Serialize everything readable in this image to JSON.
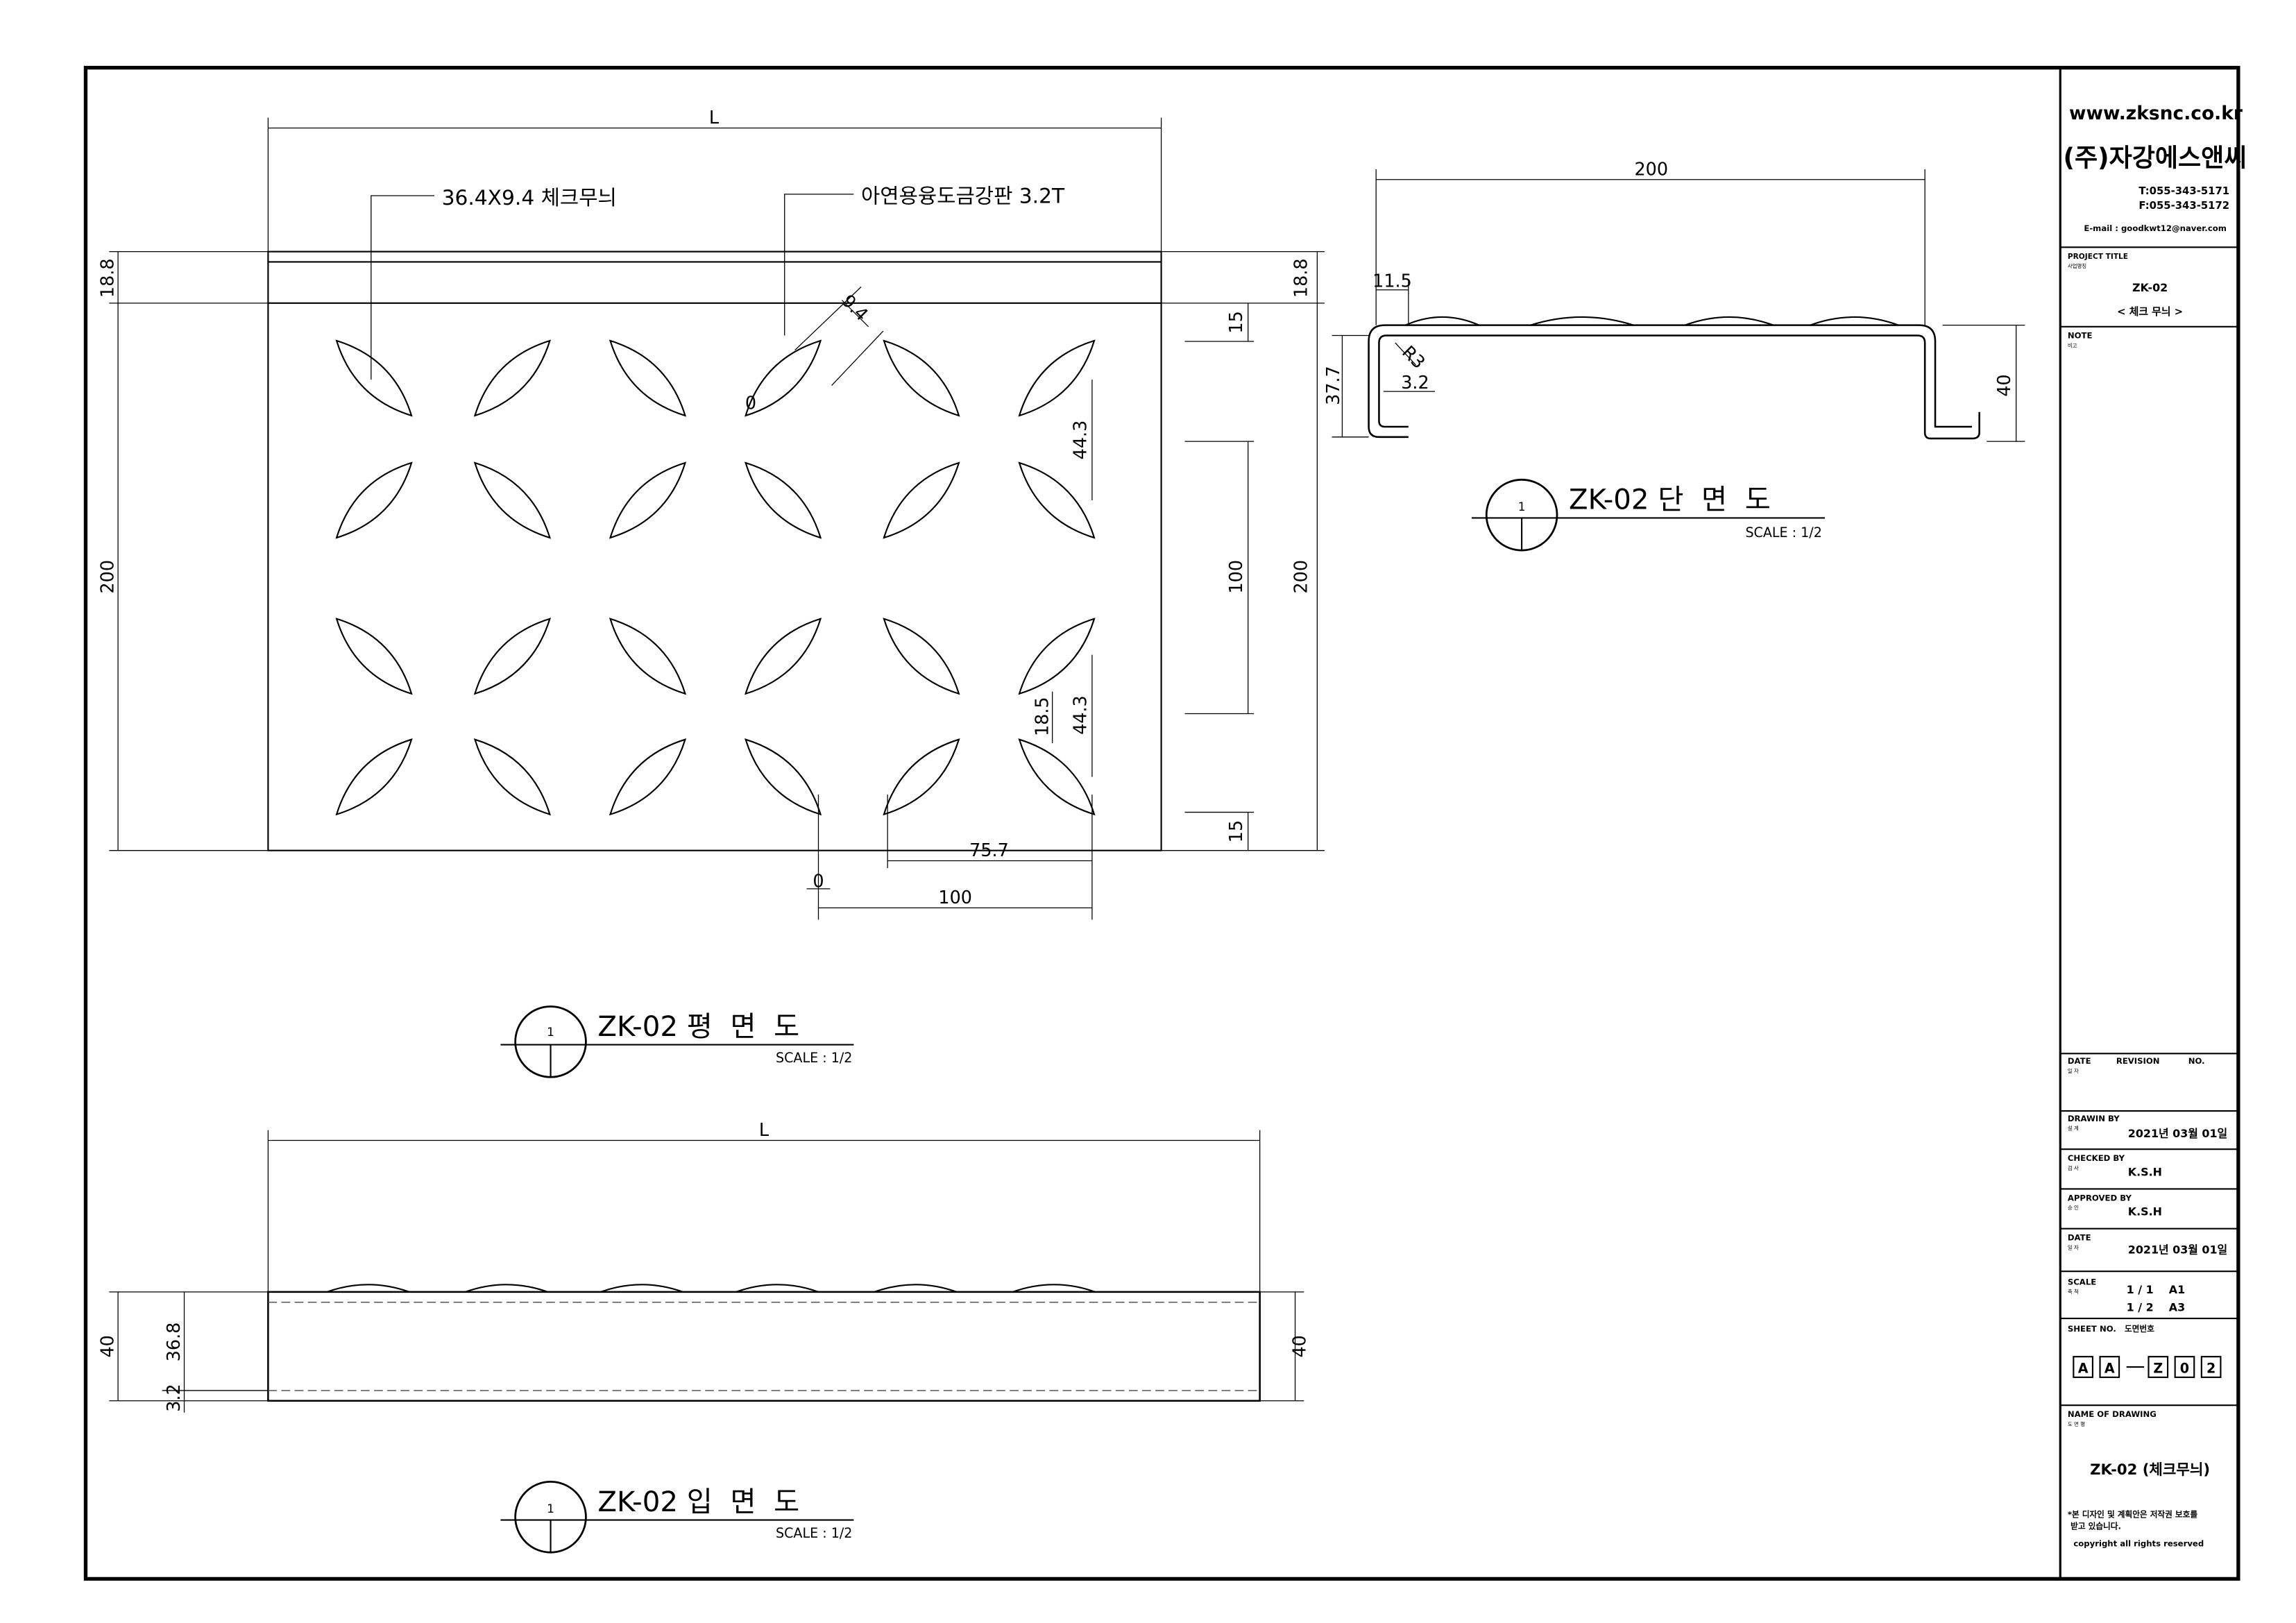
{
  "title_block": {
    "website": "www.zksnc.co.kr",
    "company": "(주)자강에스앤씨",
    "tel": "T:055-343-5171",
    "fax": "F:055-343-5172",
    "email": "E-mail : goodkwt12@naver.com",
    "project_title_label": "PROJECT TITLE",
    "project_title_kr": "사업명칭",
    "project_code": "ZK-02",
    "project_name": "< 체크 무늬 >",
    "note_label": "NOTE",
    "note_kr": "비고",
    "date_label": "DATE",
    "date_kr": "일 자",
    "revision_label": "REVISION",
    "no_label": "NO.",
    "drawn_by_label": "DRAWIN BY",
    "drawn_by_kr": "설 계",
    "drawn_by_value": "2021년 03월 01일",
    "checked_by_label": "CHECKED BY",
    "checked_by_kr": "검 사",
    "checked_by_value": "K.S.H",
    "approved_by_label": "APPROVED BY",
    "approved_by_kr": "승 인",
    "approved_by_value": "K.S.H",
    "date2_label": "DATE",
    "date2_kr": "일 자",
    "date2_value": "2021년 03월 01일",
    "scale_label": "SCALE",
    "scale_kr": "축 척",
    "scale_1": "1 / 1    A1",
    "scale_2": "1 / 2    A3",
    "sheet_no_label": "SHEET NO.   도면번호",
    "sheet_no_chars": [
      "A",
      "A",
      "Z",
      "0",
      "2"
    ],
    "name_label": "NAME OF DRAWING",
    "name_kr": "도 면 명",
    "drawing_name": "ZK-02 (체크무늬)",
    "notice_1": "*본 디자인 및 계획안은  저작권 보호를",
    "notice_2": "받고 있습니다.",
    "copyright": "copyright all rights reserved"
  },
  "plan_view": {
    "title": "ZK-02 평  면  도",
    "detail_no": "1",
    "scale": "SCALE : 1/2",
    "callout_pattern": "36.4X9.4 체크무늬",
    "callout_material": "아연용융도금강판 3.2T",
    "dims": {
      "length": "L",
      "top_band": "18.8",
      "height": "200",
      "top_margin": "15",
      "pitch_v": "100",
      "bottom_margin": "15",
      "right_height": "200",
      "right_band": "18.8",
      "pitch_a": "44.3",
      "pitch_b": "44.3",
      "offset": "18.5",
      "h_75": "75.7",
      "zero": "0",
      "h_100": "100",
      "width_9": "9.4",
      "zero2": "0"
    }
  },
  "section_view": {
    "title": "ZK-02 단  면  도",
    "detail_no": "1",
    "scale": "SCALE : 1/2",
    "dims": {
      "width": "200",
      "lip": "11.5",
      "height": "37.7",
      "radius": "R3",
      "thickness": "3.2",
      "right_height": "40"
    }
  },
  "elevation_view": {
    "title": "ZK-02 입  면  도",
    "detail_no": "1",
    "scale": "SCALE : 1/2",
    "dims": {
      "length": "L",
      "height": "40",
      "inner": "36.8",
      "thickness": "3.2",
      "right_height": "40"
    }
  }
}
